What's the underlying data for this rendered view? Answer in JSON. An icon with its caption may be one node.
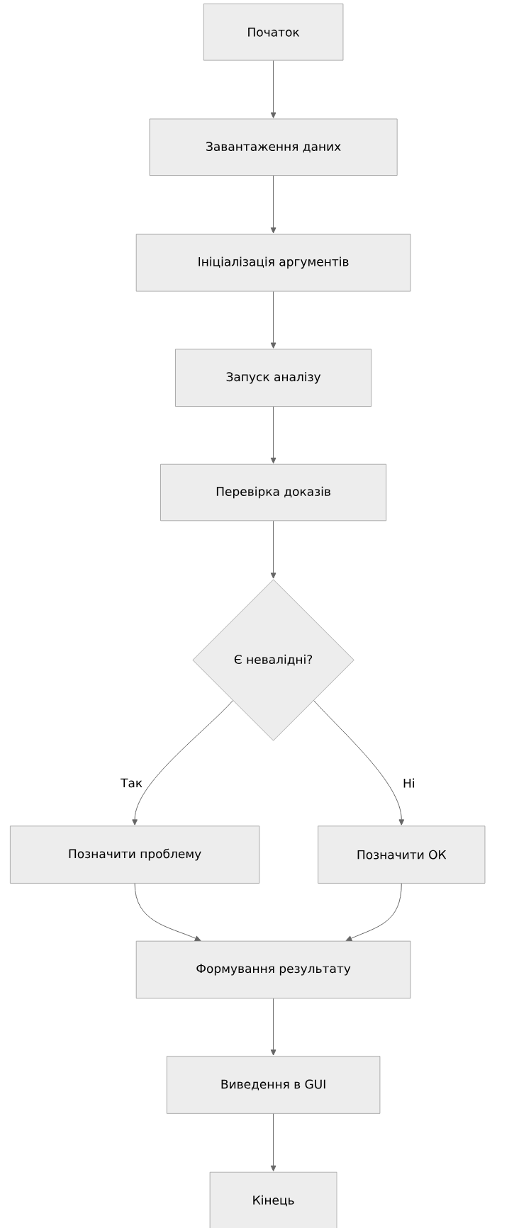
{
  "diagram": {
    "nodes": [
      {
        "text": [
          "Початок"
        ]
      },
      {
        "text": [
          "Завантаження даних"
        ]
      },
      {
        "text": [
          "Ініціалізація аргументів"
        ]
      },
      {
        "text": [
          "Запуск аналізу"
        ]
      },
      {
        "text": [
          "Перевірка доказів"
        ]
      },
      {
        "text": [
          "Є невалідні?"
        ]
      },
      {
        "text": [
          "Позначити проблему"
        ]
      },
      {
        "text": [
          "Позначити ОК"
        ]
      },
      {
        "text": [
          "Формування результату"
        ]
      },
      {
        "text": [
          "Виведення в GUI"
        ]
      },
      {
        "text": [
          "Кінець"
        ]
      }
    ],
    "edges": [
      {
        "from": 0,
        "to": 1,
        "arrow": "to"
      },
      {
        "from": 1,
        "to": 2,
        "arrow": "to"
      },
      {
        "from": 2,
        "to": 3,
        "arrow": "to"
      },
      {
        "from": 3,
        "to": 4,
        "arrow": "to"
      },
      {
        "from": 4,
        "to": 5,
        "arrow": "to"
      },
      {
        "from": 5,
        "to": 6,
        "arrow": "to",
        "label": "Так"
      },
      {
        "from": 5,
        "to": 7,
        "arrow": "to",
        "label": "Ні"
      },
      {
        "from": 6,
        "to": 8,
        "arrow": "to"
      },
      {
        "from": 7,
        "to": 8,
        "arrow": "to"
      },
      {
        "from": 8,
        "to": 9,
        "arrow": "to"
      },
      {
        "from": 9,
        "to": 10,
        "arrow": "to"
      }
    ]
  }
}
